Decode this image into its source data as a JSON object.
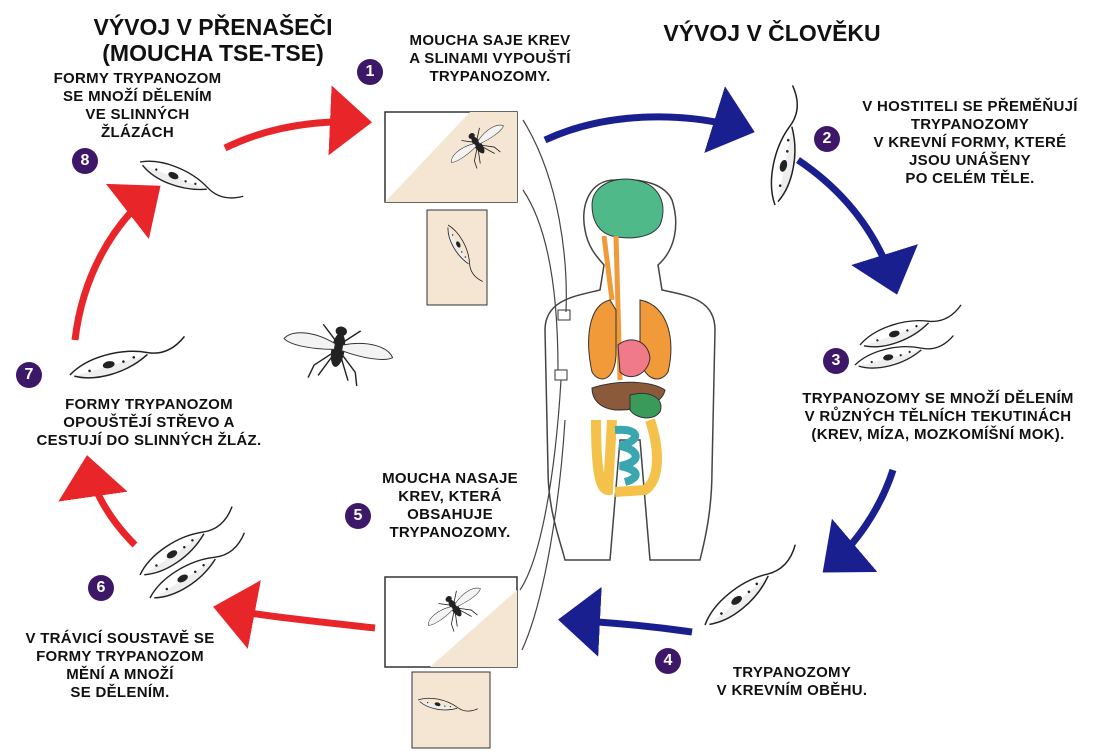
{
  "titles": {
    "vector": "VÝVOJ V PŘENAŠEČI\n(MOUCHA TSE-TSE)",
    "human": "VÝVOJ V ČLOVĚKU"
  },
  "steps": [
    {
      "number": "1",
      "text": "MOUCHA SAJE KREV\nA SLINAMI VYPOUŠTÍ\nTRYPANOZOMY."
    },
    {
      "number": "2",
      "text": "V HOSTITELI SE PŘEMĚŇUJÍ\nTRYPANOZOMY\nV KREVNÍ FORMY, KTERÉ\nJSOU UNÁŠENY\nPO CELÉM TĚLE."
    },
    {
      "number": "3",
      "text": "TRYPANOZOMY SE MNOŽÍ DĚLENÍM\nV RŮZNÝCH TĚLNÍCH TEKUTINÁCH\n(KREV, MÍZA, MOZKOMÍŠNÍ MOK)."
    },
    {
      "number": "4",
      "text": "TRYPANOZOMY\nV KREVNÍM OBĚHU."
    },
    {
      "number": "5",
      "text": "MOUCHA NASAJE\nKREV, KTERÁ\nOBSAHUJE\nTRYPANOZOMY."
    },
    {
      "number": "6",
      "text": "V TRÁVICÍ SOUSTAVĚ SE\nFORMY TRYPANOZOM\nMĚNÍ A MNOŽÍ\nSE DĚLENÍM."
    },
    {
      "number": "7",
      "text": "FORMY TRYPANOZOM\nOPOUŠTĚJÍ STŘEVO A\nCESTUJÍ DO SLINNÝCH ŽLÁZ."
    },
    {
      "number": "8",
      "text": "FORMY TRYPANOZOM\nSE MNOŽÍ DĚLENÍM\nVE SLINNÝCH\nŽLÁZÁCH"
    }
  ],
  "colors": {
    "vector_arrow": "#e8262a",
    "human_arrow": "#1a1f8f",
    "badge": "#3d1768",
    "brain": "#4fb98a",
    "lungs": "#f09a3a",
    "heart": "#f07a8a",
    "liver": "#8a5a3a",
    "stomach": "#3a9a5a",
    "intestine": "#f4c24a",
    "small_intestine": "#3aa6b0"
  },
  "icons": [
    "tsetse-fly-icon",
    "trypanosome-icon",
    "human-body-icon"
  ]
}
